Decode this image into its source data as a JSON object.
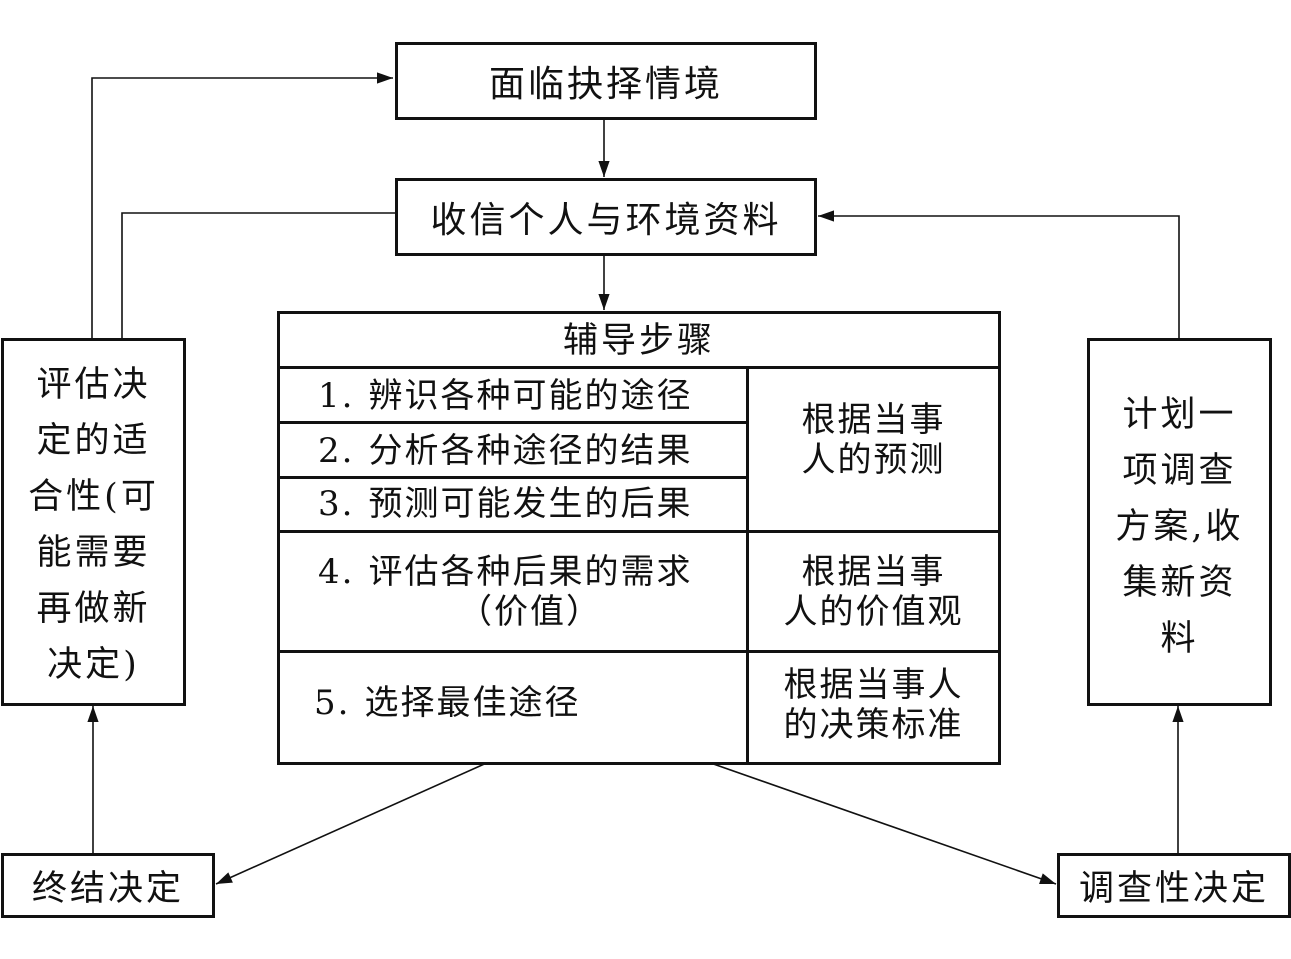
{
  "top_box": "面临抉择情境",
  "collect_box": "收信个人与环境资料",
  "table": {
    "header": "辅导步骤",
    "steps": [
      {
        "num": "1.",
        "text": "辨识各种可能的途径"
      },
      {
        "num": "2.",
        "text": "分析各种途径的结果"
      },
      {
        "num": "3.",
        "text": "预测可能发生的后果"
      },
      {
        "num": "4.",
        "text": "评估各种后果的需求",
        "text2": "（价值）"
      },
      {
        "num": "5.",
        "text": "选择最佳途径"
      }
    ],
    "basis": [
      {
        "line1": "根据当事",
        "line2": "人的预测"
      },
      {
        "line1": "根据当事",
        "line2": "人的价值观"
      },
      {
        "line1": "根据当事人",
        "line2": "的决策标准"
      }
    ]
  },
  "left_box": {
    "lines": [
      "评估决",
      "定的适",
      "合性(可",
      "能需要",
      "再做新",
      "决定)"
    ]
  },
  "right_box": {
    "lines": [
      "计划一",
      "项调查",
      "方案,收",
      "集新资",
      "料"
    ]
  },
  "final_decision": "终结决定",
  "investigative_decision": "调查性决定"
}
